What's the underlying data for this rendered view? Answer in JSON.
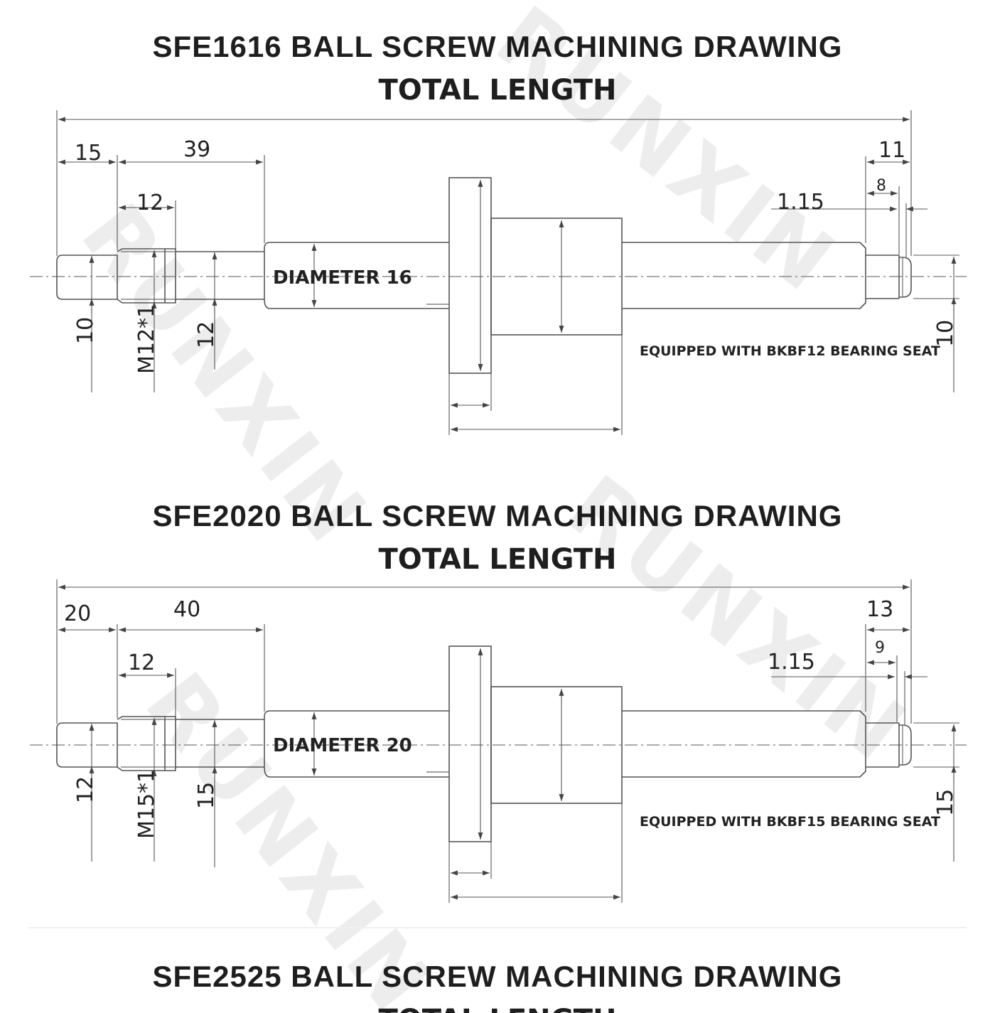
{
  "watermark": "RUNXIN",
  "drawings": [
    {
      "title": "SFE1616 BALL SCREW MACHINING DRAWING",
      "subtitle": "TOTAL LENGTH",
      "dims": {
        "d15": "15",
        "d39": "39",
        "d12top": "12",
        "d11": "11",
        "d8": "8",
        "d115": "1.15",
        "v10left": "10",
        "vthread": "M12*1",
        "v12": "12",
        "v10right": "10"
      },
      "diameter_label": "DIAMETER 16",
      "bearing_label": "EQUIPPED WITH BKBF12 BEARING SEAT"
    },
    {
      "title": "SFE2020 BALL SCREW MACHINING DRAWING",
      "subtitle": "TOTAL LENGTH",
      "dims": {
        "d15": "20",
        "d39": "40",
        "d12top": "12",
        "d11": "13",
        "d8": "9",
        "d115": "1.15",
        "v10left": "12",
        "vthread": "M15*1",
        "v12": "15",
        "v10right": "15"
      },
      "diameter_label": "DIAMETER 20",
      "bearing_label": "EQUIPPED WITH BKBF15 BEARING SEAT"
    },
    {
      "title": "SFE2525 BALL SCREW MACHINING DRAWING",
      "subtitle": "TOTAL LENGTH"
    }
  ]
}
